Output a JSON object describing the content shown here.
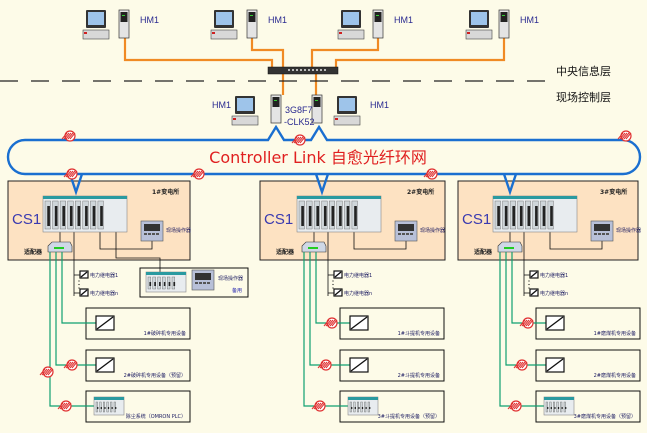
{
  "colors": {
    "background": "#fdfbe8",
    "substation_fill": "#fde2c2",
    "ring": "#1a6fd0",
    "ethernet": "#f08a24",
    "fieldbus": "#10a070",
    "ring_text": "#e02020"
  },
  "layers": {
    "central": "中央信息层",
    "field": "现场控制层"
  },
  "hmi_label": "HM1",
  "top_hmis": [
    "HM1",
    "HM1",
    "HM1",
    "HM1"
  ],
  "middle": {
    "hmi_left": "HM1",
    "hmi_right": "HM1",
    "server_line1": "3G8F7",
    "server_line2": "-CLK52"
  },
  "ring": {
    "label": "Controller Link 自愈光纤环网"
  },
  "substations": [
    {
      "title": "1#变电所",
      "plc": "CS1",
      "adapter": "适配器",
      "panel": "现场操作器",
      "relay_first": "电力继电器1",
      "relay_last": "电力继电器n",
      "devices": [
        "1#破碎机专用设备",
        "2#破碎机专用设备（预留）",
        "除尘系统（OMRON PLC）"
      ],
      "extra": {
        "panel": "现场操作器",
        "note": "备用"
      }
    },
    {
      "title": "2#变电所",
      "plc": "CS1",
      "adapter": "适配器",
      "panel": "现场操作器",
      "relay_first": "电力继电器1",
      "relay_last": "电力继电器n",
      "devices": [
        "1#斗提机专用设备",
        "2#斗提机专用设备",
        "3#斗提机专用设备（预留）"
      ]
    },
    {
      "title": "3#变电所",
      "plc": "CS1",
      "adapter": "适配器",
      "panel": "现场操作器",
      "relay_first": "电力继电器1",
      "relay_last": "电力继电器n",
      "devices": [
        "1#磨煤机专用设备",
        "2#磨煤机专用设备",
        "3#磨煤机专用设备（预留）"
      ]
    }
  ]
}
